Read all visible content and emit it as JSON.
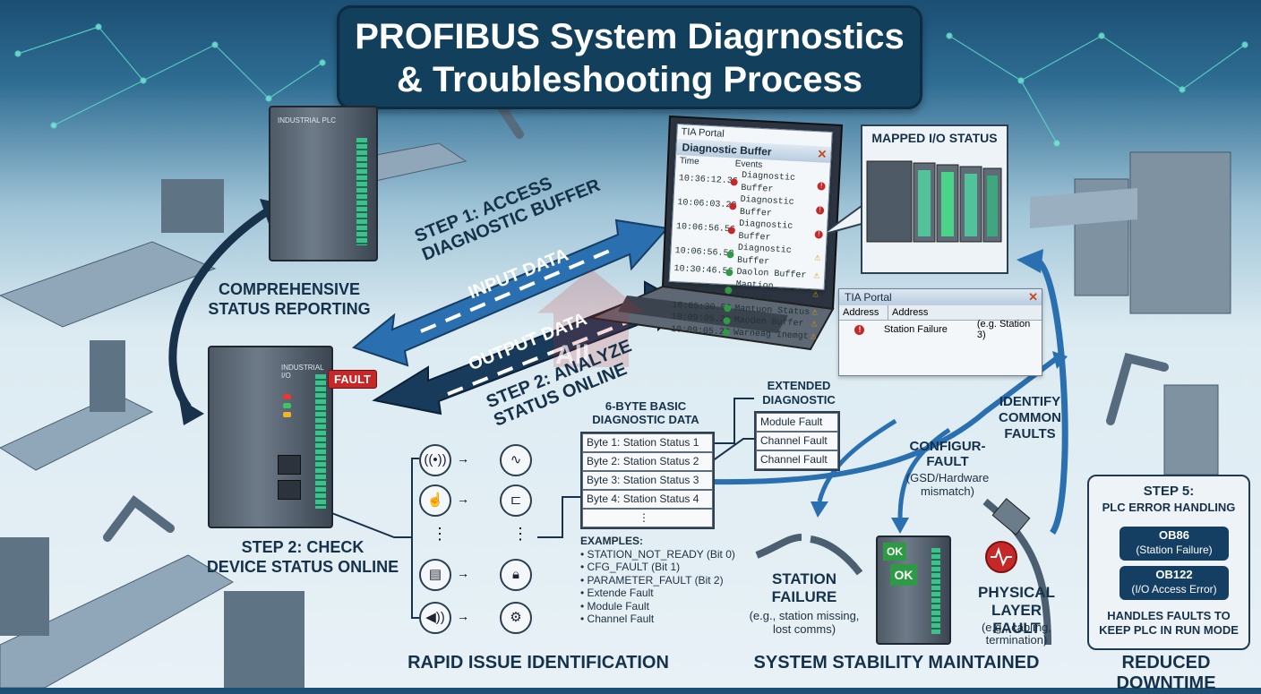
{
  "title": {
    "line1": "PROFIBUS System Diagrnostics",
    "line2": "& Troubleshooting Process"
  },
  "left": {
    "comprehensive": [
      "COMPREHENSIVE",
      "STATUS REPORTING"
    ],
    "step2_check": [
      "STEP 2: CHECK",
      "DEVICE STATUS ONLINE"
    ],
    "fault_tag": "FAULT",
    "plc_label": "INDUSTRIAL PLC",
    "io_label": "INDUSTRIAL I/O"
  },
  "arrows": {
    "step1": [
      "STEP 1: ACCESS",
      "DIAGNOSTIC BUFFER"
    ],
    "input": "INPUT DATA",
    "output": "OUTPUT DATA",
    "step2": [
      "STEP 2: ANALYZE",
      "STATUS ONLINE"
    ],
    "watermark": "All"
  },
  "diag_buffer": {
    "app": "TIA Portal",
    "title": "Diagnostic Buffer",
    "col_time": "Time",
    "col_events": "Events",
    "rows": [
      {
        "time": "10:36:12.36",
        "event": "Diagnostic Buffer",
        "status": "err"
      },
      {
        "time": "10:06:03.29",
        "event": "Diagnostic Buffer",
        "status": "err"
      },
      {
        "time": "10:06:56.56",
        "event": "Diagnostic Buffer",
        "status": "err"
      },
      {
        "time": "10:06:56.58",
        "event": "Diagnostic Buffer",
        "status": "warn"
      },
      {
        "time": "10:30:46.56",
        "event": "Daolon Buffer",
        "status": "warn"
      },
      {
        "time": "10:30:26.30",
        "event": "Mantion Failure",
        "status": "warn"
      },
      {
        "time": "10:05:30.56",
        "event": "Mantuon Status",
        "status": "warn"
      },
      {
        "time": "10:09:05.23",
        "event": "Maoden Buffer",
        "status": "warn"
      },
      {
        "time": "10:09:05.23",
        "event": "Warneag Inemgt",
        "status": "warn"
      }
    ]
  },
  "mapped": {
    "label": "MAPPED I/O STATUS"
  },
  "tia2": {
    "app": "TIA Portal",
    "col1": "Address",
    "col2": "Address",
    "row": {
      "name": "Station Failure",
      "note": "(e.g. Station 3)"
    }
  },
  "basic": {
    "title": [
      "6-BYTE BASIC",
      "DIAGNOSTIC DATA"
    ],
    "bytes": [
      "Byte 1: Station Status 1",
      "Byte 2: Station Status 2",
      "Byte 3: Station Status 3",
      "Byte 4: Station Status 4"
    ],
    "dots": "⋮"
  },
  "extended": {
    "title": [
      "EXTENDED",
      "DIAGNOSTIC"
    ],
    "items": [
      "Module Fault",
      "Channel Fault",
      "Channel Fault"
    ]
  },
  "examples": {
    "title": "EXAMPLES:",
    "items": [
      "• STATION_NOT_READY (Bit 0)",
      "• CFG_FAULT (Bit 1)",
      "• PARAMETER_FAULT (Bit 2)",
      "• Extende Fault",
      "• Module Fault",
      "• Channel Fault"
    ]
  },
  "faults": {
    "identify": [
      "IDENTIFY",
      "COMMON",
      "FAULTS"
    ],
    "config": {
      "title": [
        "CONFIGUR-",
        "FAULT"
      ],
      "sub": [
        "(GSD/Hardware",
        "mismatch)"
      ]
    },
    "station": {
      "title": [
        "STATION",
        "FAILURE"
      ],
      "sub": [
        "(e.g., station missing,",
        "lost comms)"
      ]
    },
    "physical": {
      "title": [
        "PHYSICAL",
        "LAYER FAULT"
      ],
      "sub": [
        "(e.g., cabling,",
        "termination)"
      ]
    },
    "ok": "OK"
  },
  "step5": {
    "title": [
      "STEP 5:",
      "PLC ERROR HANDLING"
    ],
    "ob86": {
      "name": "OB86",
      "desc": "(Station Failure)"
    },
    "ob122": {
      "name": "OB122",
      "desc": "(I/O Access Error)"
    },
    "handles": [
      "HANDLES FAULTS TO",
      "KEEP PLC IN RUN MODE"
    ]
  },
  "bottom": {
    "rapid": "RAPID ISSUE IDENTIFICATION",
    "stability": "SYSTEM STABILITY MAINTAINED",
    "downtime": "REDUCED DOWNTIME"
  },
  "icons": [
    "signal-icon",
    "waveform-icon",
    "hand-touch-icon",
    "connector-icon",
    "module-icon",
    "lock-icon",
    "speaker-icon",
    "robot-icon"
  ],
  "colors": {
    "title_bg": "#123f5c",
    "arrow_blue": "#2a6fb0",
    "arrow_dark": "#183b5c",
    "fault_red": "#c62828",
    "ok_green": "#2e9a45"
  }
}
